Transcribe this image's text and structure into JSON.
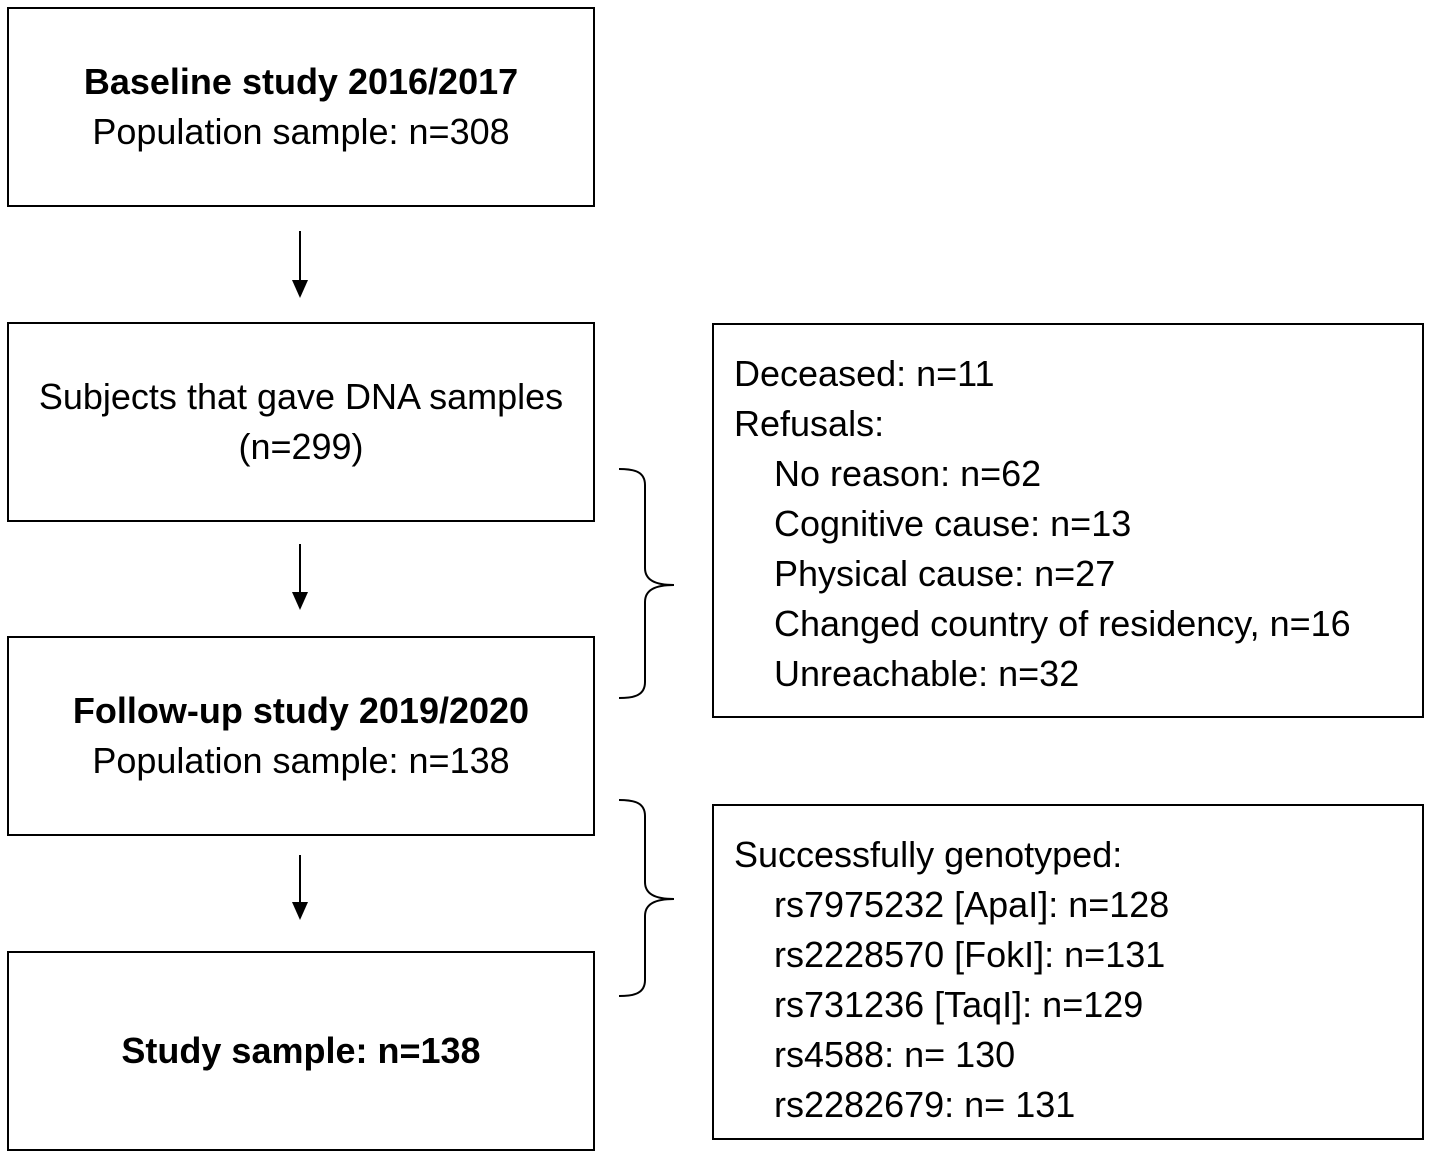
{
  "baseline": {
    "title": "Baseline study 2016/2017",
    "subtitle": "Population sample: n=308"
  },
  "dna": {
    "line1": "Subjects that gave DNA samples",
    "line2": "(n=299)"
  },
  "followup": {
    "title": "Follow-up study 2019/2020",
    "subtitle": "Population sample: n=138"
  },
  "study": {
    "title": "Study sample: n=138"
  },
  "exclusions": {
    "deceased": "Deceased: n=11",
    "refusals_header": "Refusals:",
    "refusals": [
      "No reason: n=62",
      "Cognitive cause: n=13",
      "Physical cause: n=27",
      "Changed country of residency, n=16",
      "Unreachable: n=32"
    ]
  },
  "genotyping": {
    "header": "Successfully genotyped:",
    "items": [
      "rs7975232 [ApaI]: n=128",
      "rs2228570 [FokI]: n=131",
      "rs731236 [TaqI]: n=129",
      "rs4588: n= 130",
      "rs2282679: n= 131"
    ]
  }
}
